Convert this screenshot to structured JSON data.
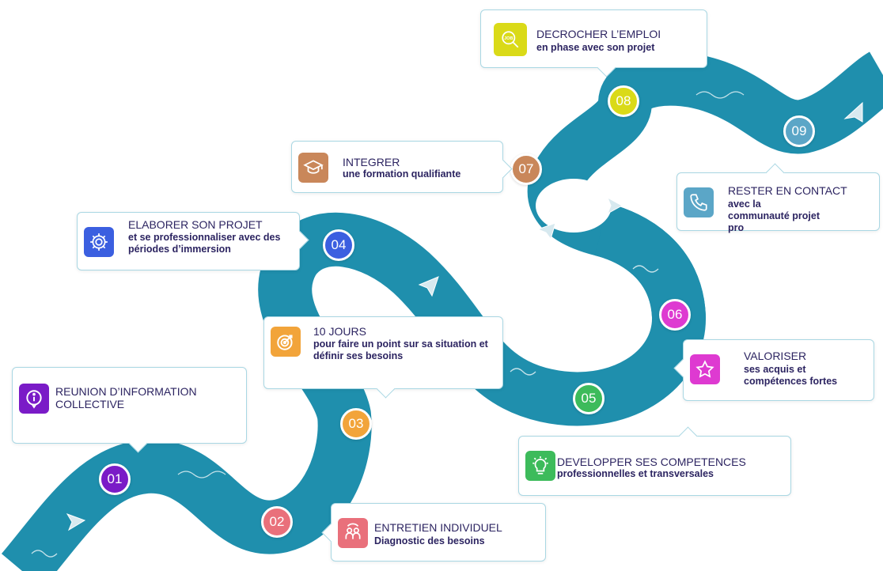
{
  "steps": [
    {
      "num": "01",
      "title": "REUNION D’INFORMATION COLLECTIVE",
      "subtitle": "",
      "color": "#7a1bc7",
      "icon": "info-icon"
    },
    {
      "num": "02",
      "title": "ENTRETIEN INDIVIDUEL",
      "subtitle": "Diagnostic des besoins",
      "color": "#e9707b",
      "icon": "people-icon"
    },
    {
      "num": "03",
      "title": "10 JOURS",
      "subtitle": "pour faire un point sur sa situation et définir ses besoins",
      "color": "#f2a43a",
      "icon": "target-icon"
    },
    {
      "num": "04",
      "title": "ELABORER SON PROJET",
      "subtitle": "et se professionnaliser avec des périodes d’immersion",
      "color": "#3b5fe0",
      "icon": "gear-icon"
    },
    {
      "num": "05",
      "title": "DEVELOPPER SES COMPETENCES",
      "subtitle": "professionnelles et transversales",
      "color": "#3dbb5b",
      "icon": "lightbulb-icon"
    },
    {
      "num": "06",
      "title": "VALORISER",
      "subtitle": "ses acquis et compétences fortes",
      "color": "#de3ad1",
      "icon": "star-icon"
    },
    {
      "num": "07",
      "title": "INTEGRER",
      "subtitle": "une formation qualifiante",
      "color": "#c9875a",
      "icon": "graduation-cap-icon"
    },
    {
      "num": "08",
      "title": "DECROCHER L’EMPLOI",
      "subtitle": "en phase avec son projet",
      "color": "#dada18",
      "icon": "job-search-icon"
    },
    {
      "num": "09",
      "title": "RESTER EN CONTACT",
      "subtitle": "avec la communauté projet pro",
      "color": "#5ba6c7",
      "icon": "phone-icon"
    }
  ],
  "road_color": "#1f8fad"
}
